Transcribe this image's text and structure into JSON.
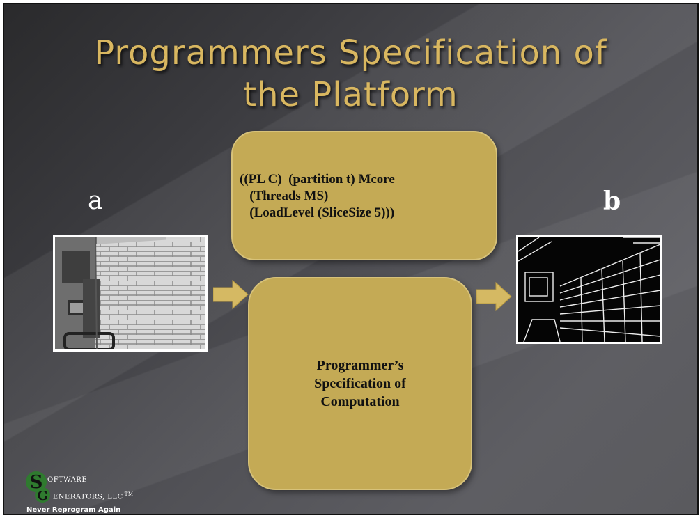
{
  "slide": {
    "title_line1": "Programmers Specification of",
    "title_line2": "the Platform"
  },
  "labels": {
    "input": "a",
    "output": "b"
  },
  "platform_box": {
    "lines": [
      "((PL C)  (partition t) Mcore",
      "   (Threads MS)",
      "   (LoadLevel (SliceSize 5)))"
    ]
  },
  "computation_box": {
    "line1": "Programmer’s",
    "line2": "Specification of",
    "line3": "Computation"
  },
  "logo": {
    "name_line1": "OFTWARE",
    "name_line2": "ENERATORS, LLC",
    "trademark": "TM",
    "tagline": "Never Reprogram Again"
  },
  "colors": {
    "title": "#d9b760",
    "box_fill": "#c4aa55",
    "arrow": "#d5b963"
  }
}
